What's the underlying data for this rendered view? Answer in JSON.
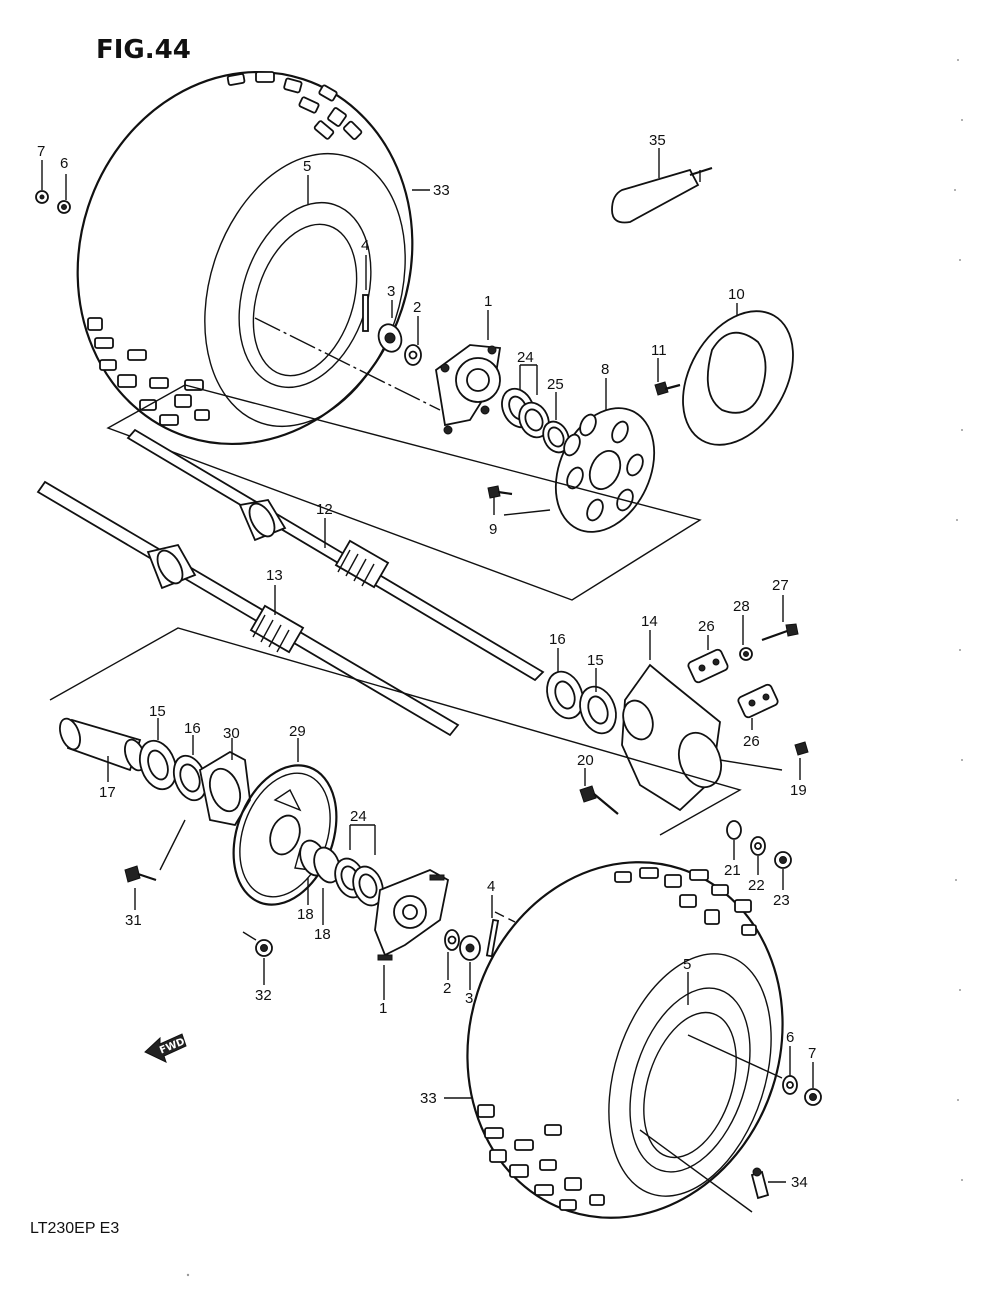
{
  "title": "FIG.44",
  "footer": "LT230EP  E3",
  "fwd_label": "FWD",
  "callouts": [
    "1",
    "1",
    "2",
    "2",
    "3",
    "3",
    "4",
    "4",
    "5",
    "5",
    "6",
    "6",
    "7",
    "7",
    "8",
    "9",
    "10",
    "11",
    "12",
    "13",
    "14",
    "15",
    "15",
    "16",
    "16",
    "17",
    "18",
    "18",
    "19",
    "20",
    "21",
    "22",
    "23",
    "24",
    "24",
    "25",
    "26",
    "26",
    "27",
    "28",
    "29",
    "30",
    "31",
    "32",
    "33",
    "33",
    "34",
    "35"
  ]
}
